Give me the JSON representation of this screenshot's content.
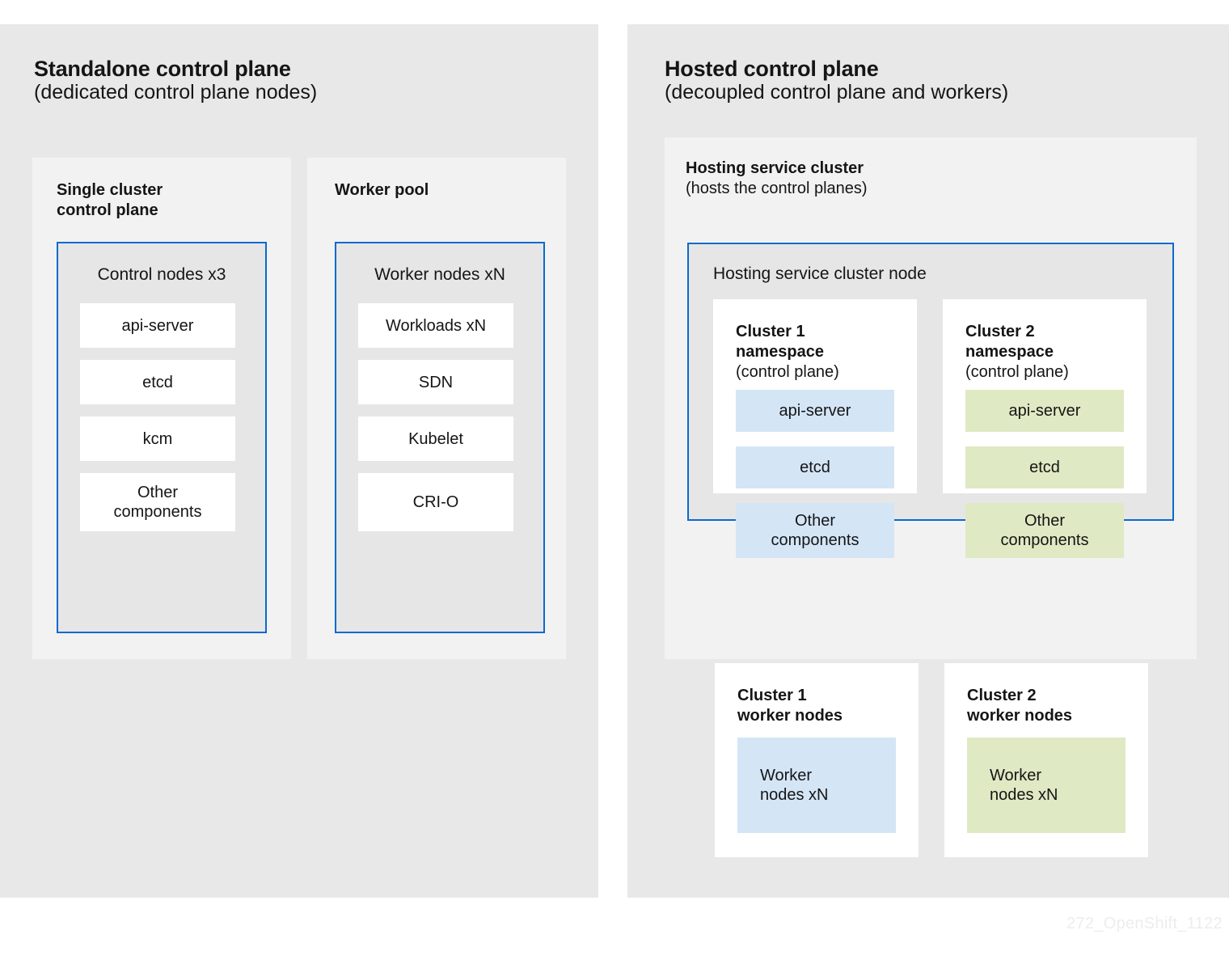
{
  "footer": {
    "watermark": "272_OpenShift_1122"
  },
  "colors": {
    "panel_bg": "#e8e8e8",
    "card_bg": "#f2f2f2",
    "nodebox_border": "#0b69cf",
    "nodebox_bg": "#e6e6e6",
    "chip_white": "#ffffff",
    "cluster1_accent": "#d4e5f6",
    "cluster2_accent": "#dfe9c3",
    "text": "#151515",
    "watermark": "#ededed"
  },
  "left_panel": {
    "title": "Standalone control plane",
    "subtitle": "(dedicated control plane nodes)",
    "cards": [
      {
        "title": "Single cluster\ncontrol plane",
        "nodebox": {
          "label": "Control nodes  x3",
          "chips": [
            "api-server",
            "etcd",
            "kcm",
            "Other\ncomponents"
          ]
        }
      },
      {
        "title": "Worker pool",
        "nodebox": {
          "label": "Worker nodes  xN",
          "chips": [
            "Workloads  xN",
            "SDN",
            "Kubelet",
            "CRI-O"
          ]
        }
      }
    ]
  },
  "right_panel": {
    "title": "Hosted control plane",
    "subtitle": "(decoupled control plane and workers)",
    "hosting_card": {
      "title": "Hosting service cluster",
      "subtitle": "(hosts the control planes)",
      "nodebox": {
        "label": "Hosting service cluster node",
        "namespaces": [
          {
            "title": "Cluster 1\nnamespace",
            "subtitle": "(control plane)",
            "accent": "blue",
            "chips": [
              "api-server",
              "etcd",
              "Other\ncomponents"
            ]
          },
          {
            "title": "Cluster 2\nnamespace",
            "subtitle": "(control plane)",
            "accent": "green",
            "chips": [
              "api-server",
              "etcd",
              "Other\ncomponents"
            ]
          }
        ]
      }
    },
    "worker_cards": [
      {
        "title": "Cluster 1\nworker nodes",
        "accent": "blue",
        "chip": "Worker\nnodes  xN"
      },
      {
        "title": "Cluster 2\nworker nodes",
        "accent": "green",
        "chip": "Worker\nnodes  xN"
      }
    ]
  }
}
